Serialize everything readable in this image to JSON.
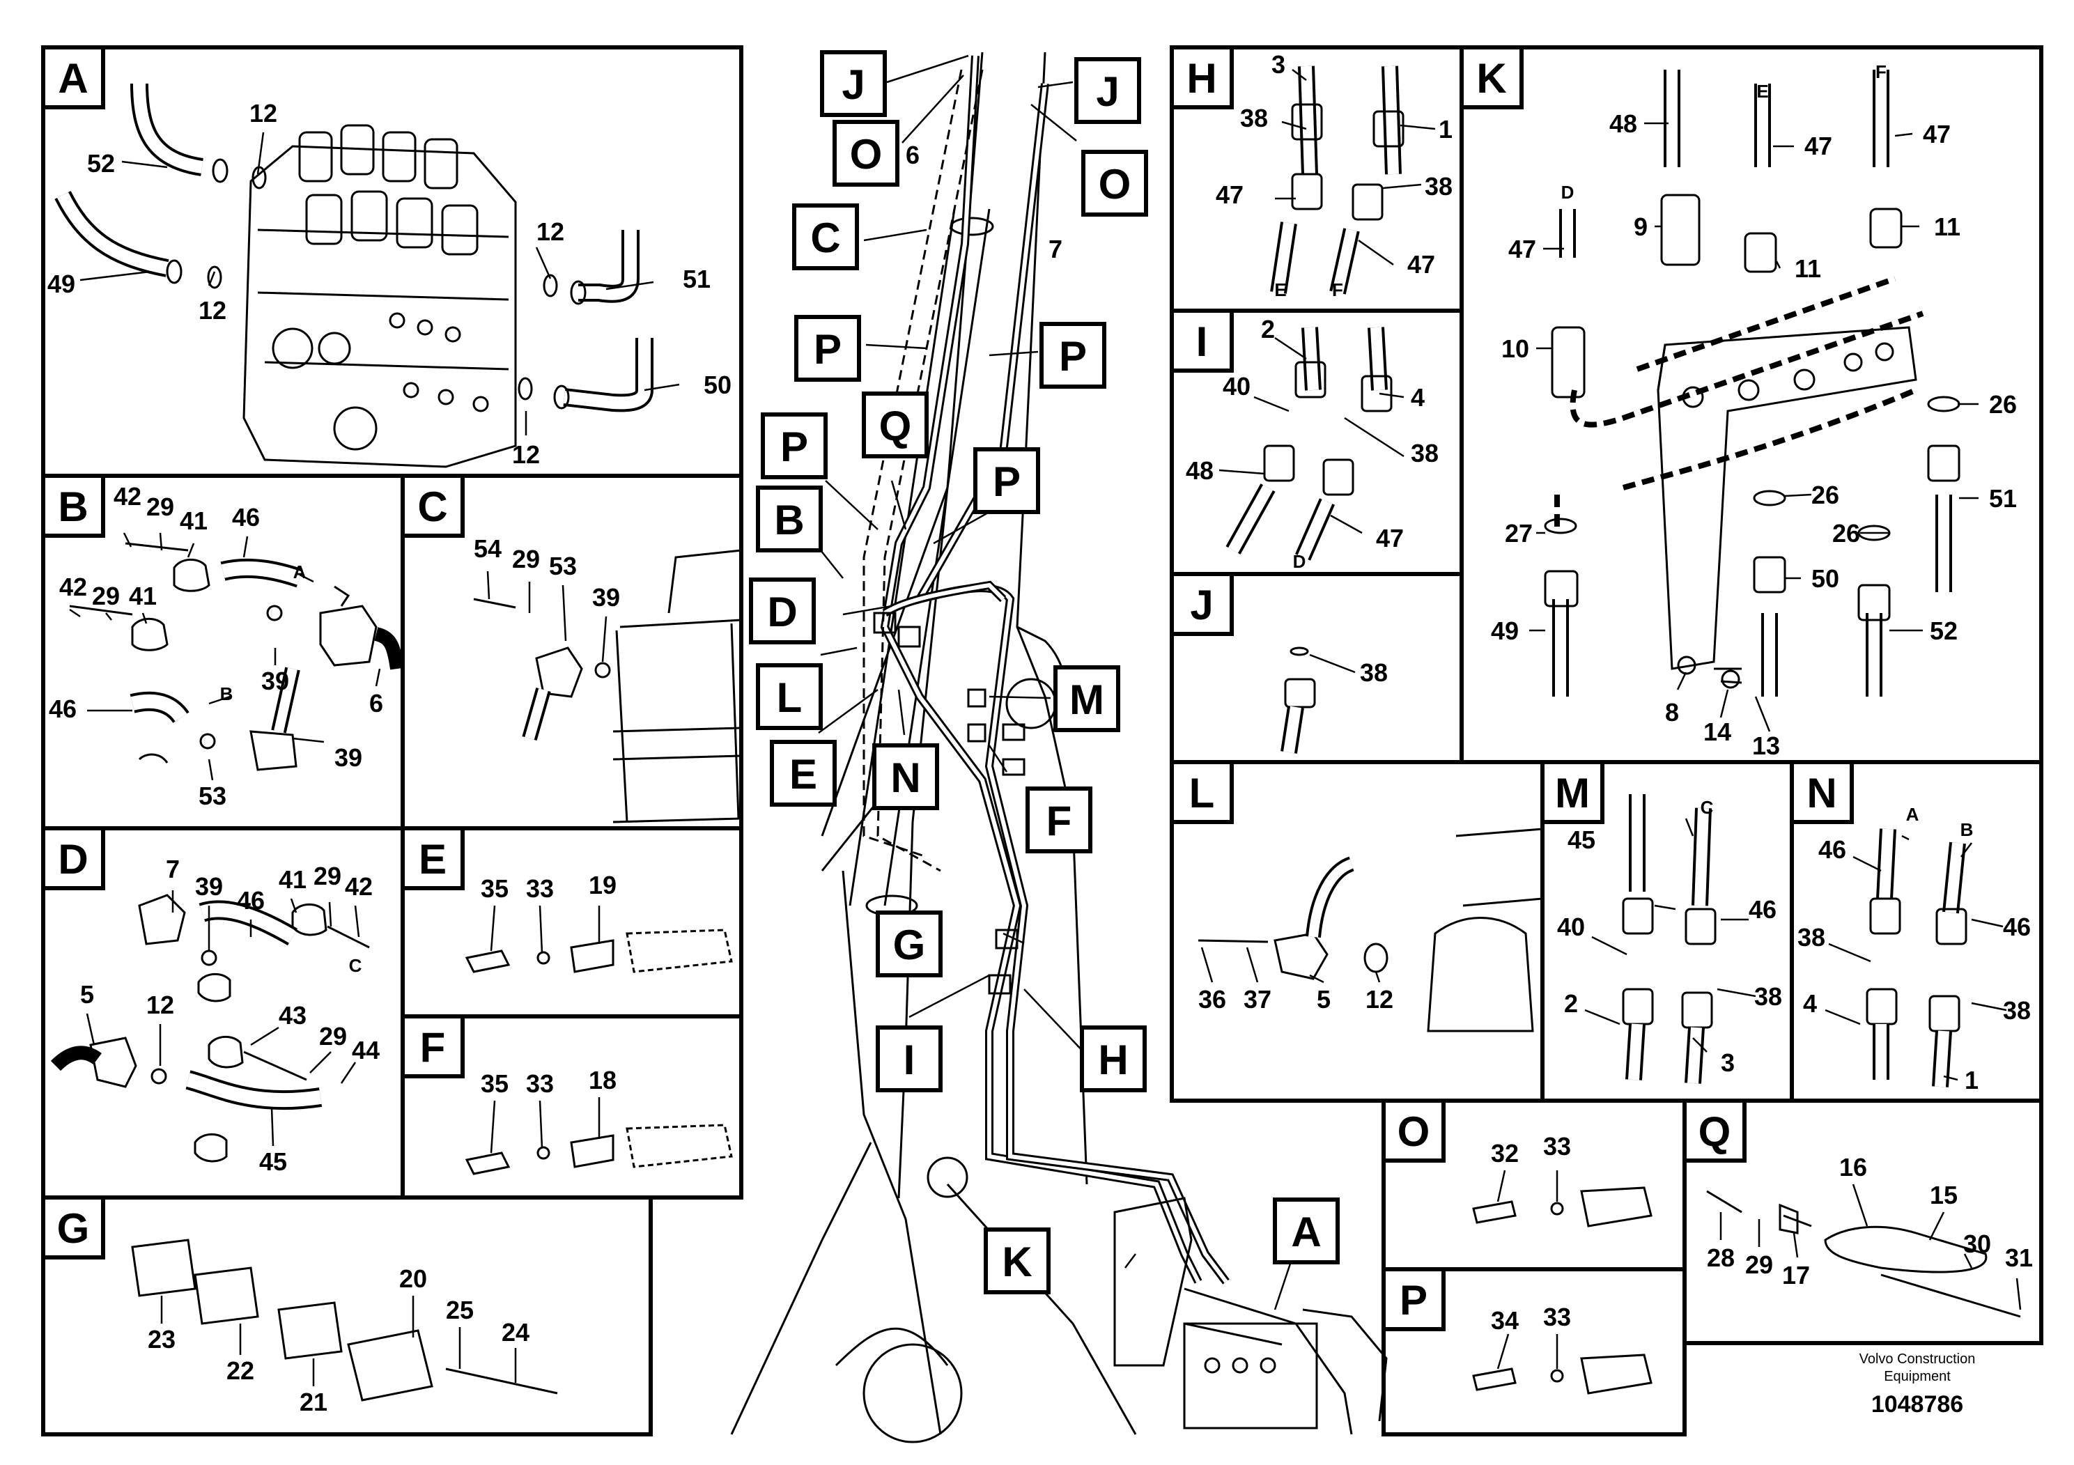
{
  "panels": [
    {
      "id": "A",
      "parts": [
        "12",
        "52",
        "49",
        "12",
        "12",
        "51",
        "50",
        "12"
      ]
    },
    {
      "id": "B",
      "parts": [
        "42",
        "29",
        "41",
        "46",
        "A",
        "42",
        "29",
        "41",
        "39",
        "6",
        "46",
        "B",
        "39",
        "53",
        "39"
      ]
    },
    {
      "id": "C",
      "parts": [
        "54",
        "29",
        "53",
        "39"
      ]
    },
    {
      "id": "D",
      "parts": [
        "7",
        "39",
        "41",
        "29",
        "42",
        "46",
        "C",
        "5",
        "12",
        "43",
        "29",
        "44",
        "45"
      ]
    },
    {
      "id": "E",
      "parts": [
        "35",
        "33",
        "19"
      ]
    },
    {
      "id": "F",
      "parts": [
        "35",
        "33",
        "18"
      ]
    },
    {
      "id": "G",
      "parts": [
        "20",
        "25",
        "24",
        "23",
        "22",
        "21"
      ]
    },
    {
      "id": "H",
      "parts": [
        "3",
        "38",
        "1",
        "38",
        "47",
        "47",
        "E",
        "F"
      ]
    },
    {
      "id": "I",
      "parts": [
        "2",
        "40",
        "4",
        "38",
        "48",
        "47",
        "D"
      ]
    },
    {
      "id": "J",
      "parts": [
        "38"
      ]
    },
    {
      "id": "K",
      "parts": [
        "48",
        "E",
        "47",
        "F",
        "47",
        "D",
        "47",
        "9",
        "11",
        "11",
        "10",
        "26",
        "26",
        "26",
        "27",
        "51",
        "50",
        "49",
        "52",
        "8",
        "14",
        "13"
      ]
    },
    {
      "id": "L",
      "parts": [
        "36",
        "37",
        "5",
        "12"
      ]
    },
    {
      "id": "M",
      "parts": [
        "C",
        "45",
        "46",
        "40",
        "38",
        "2",
        "3"
      ]
    },
    {
      "id": "N",
      "parts": [
        "A",
        "B",
        "46",
        "46",
        "38",
        "38",
        "4",
        "1"
      ]
    },
    {
      "id": "O",
      "parts": [
        "32",
        "33"
      ]
    },
    {
      "id": "P",
      "parts": [
        "34",
        "33"
      ]
    },
    {
      "id": "Q",
      "parts": [
        "16",
        "15",
        "28",
        "29",
        "17",
        "30",
        "31"
      ]
    }
  ],
  "main_view": {
    "callouts": [
      "J",
      "J",
      "O",
      "O",
      "C",
      "P",
      "P",
      "P",
      "Q",
      "P",
      "B",
      "D",
      "L",
      "E",
      "N",
      "M",
      "F",
      "G",
      "I",
      "H",
      "K",
      "A"
    ],
    "parts": [
      "6",
      "7"
    ]
  },
  "footer": {
    "company_line1": "Volvo Construction",
    "company_line2": "Equipment",
    "drawing_number": "1048786"
  }
}
